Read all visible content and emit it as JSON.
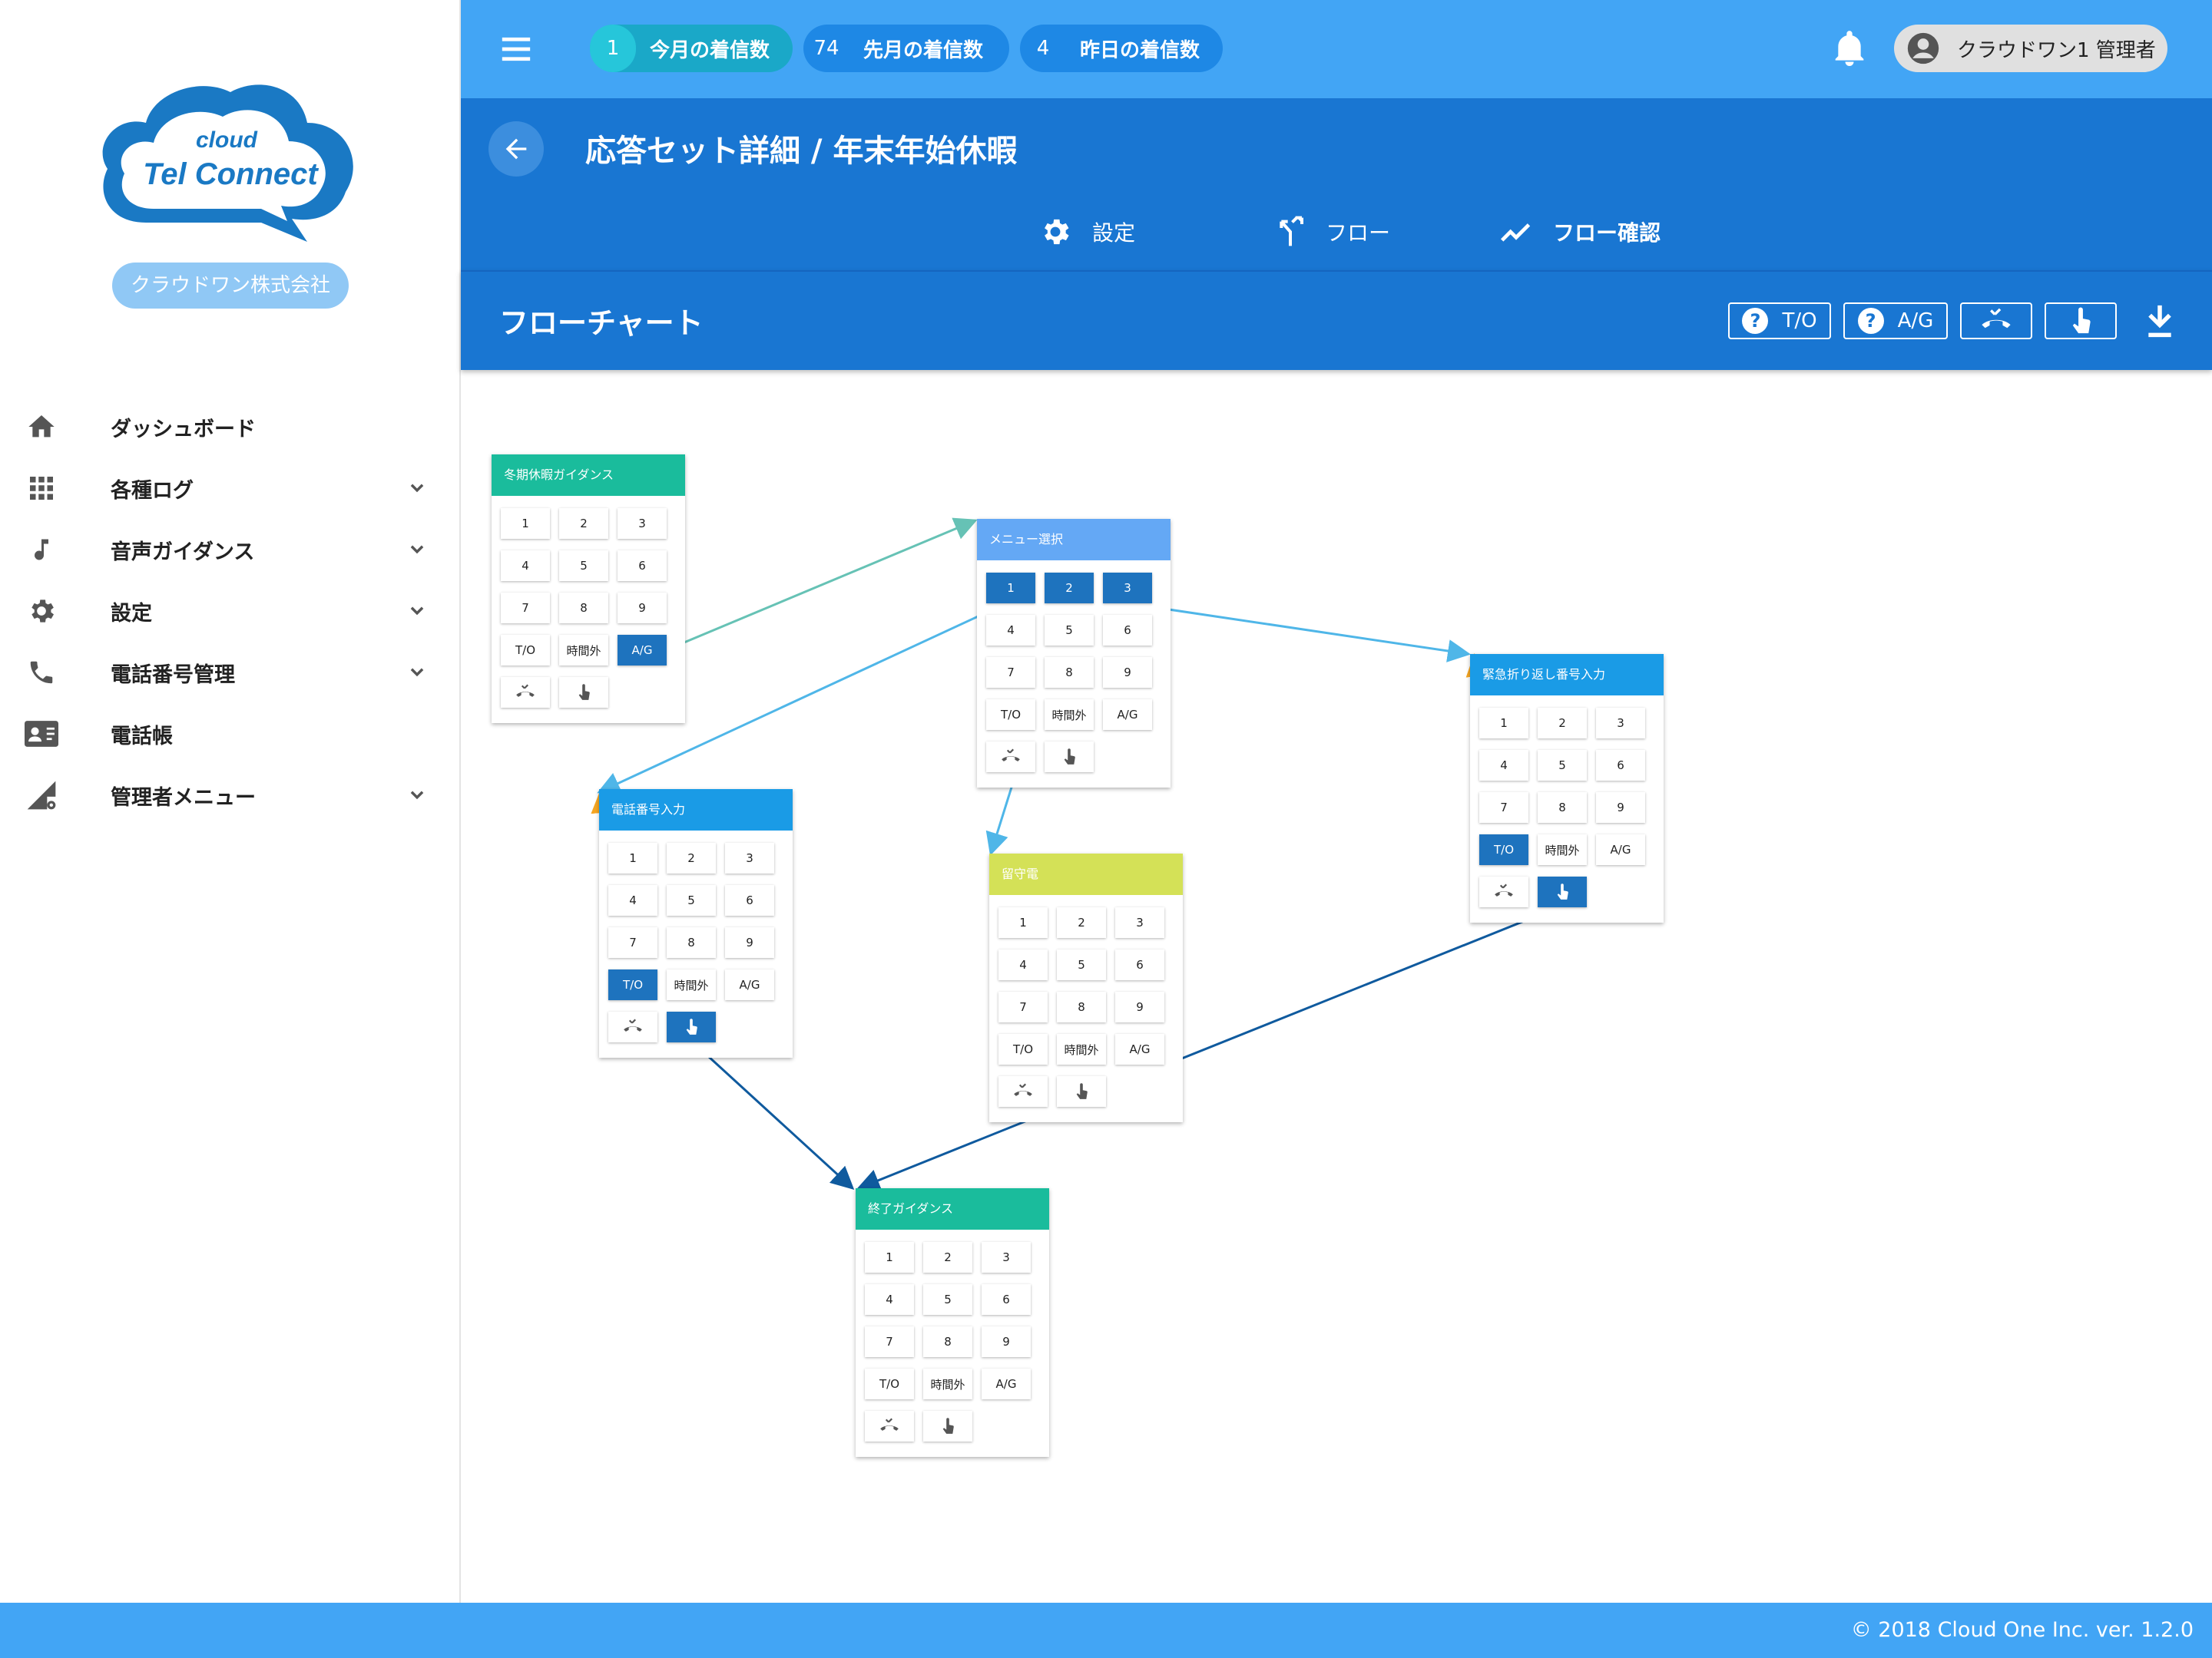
{
  "app": {
    "logo_small": "cloud",
    "logo_main": "Tel Connect",
    "company": "クラウドワン株式会社"
  },
  "sidebar": {
    "items": [
      {
        "label": "ダッシュボード",
        "icon": "home-icon",
        "expandable": false
      },
      {
        "label": "各種ログ",
        "icon": "grid-icon",
        "expandable": true
      },
      {
        "label": "音声ガイダンス",
        "icon": "music-note-icon",
        "expandable": true
      },
      {
        "label": "設定",
        "icon": "gear-icon",
        "expandable": true
      },
      {
        "label": "電話番号管理",
        "icon": "phone-icon",
        "expandable": true
      },
      {
        "label": "電話帳",
        "icon": "contact-card-icon",
        "expandable": false
      },
      {
        "label": "管理者メニュー",
        "icon": "admin-signal-icon",
        "expandable": true
      }
    ]
  },
  "topbar": {
    "stats": [
      {
        "num": "1",
        "label": "今月の着信数"
      },
      {
        "num": "74",
        "label": "先月の着信数"
      },
      {
        "num": "4",
        "label": "昨日の着信数"
      }
    ],
    "user": "クラウドワン1 管理者"
  },
  "page": {
    "title": "応答セット詳細 / 年末年始休暇",
    "tabs": [
      {
        "label": "設定",
        "icon": "gear-icon"
      },
      {
        "label": "フロー",
        "icon": "fork-icon"
      },
      {
        "label": "フロー確認",
        "icon": "trend-icon"
      }
    ]
  },
  "section": {
    "title": "フローチャート",
    "tools": [
      "T/O",
      "A/G"
    ]
  },
  "flow": {
    "keys": [
      "1",
      "2",
      "3",
      "4",
      "5",
      "6",
      "7",
      "8",
      "9",
      "T/O",
      "時間外",
      "A/G"
    ],
    "nodes": [
      {
        "title": "冬期休暇ガイダンス",
        "color": "#1abc9c",
        "on": [
          "A/G"
        ],
        "on_special": []
      },
      {
        "title": "メニュー選択",
        "color": "#64a8f5",
        "on": [
          "1",
          "2",
          "3"
        ],
        "on_special": []
      },
      {
        "title": "緊急折り返し番号入力",
        "color": "#1a9be6",
        "on": [
          "T/O"
        ],
        "on_special": [
          "pickup"
        ]
      },
      {
        "title": "電話番号入力",
        "color": "#1a9be6",
        "on": [
          "T/O"
        ],
        "on_special": [
          "pickup"
        ]
      },
      {
        "title": "留守電",
        "color": "#d4e157",
        "on": [],
        "on_special": []
      },
      {
        "title": "終了ガイダンス",
        "color": "#1abc9c",
        "on": [],
        "on_special": []
      }
    ]
  },
  "footer": {
    "copyright": "© 2018 Cloud One Inc. ver. 1.2.0"
  }
}
